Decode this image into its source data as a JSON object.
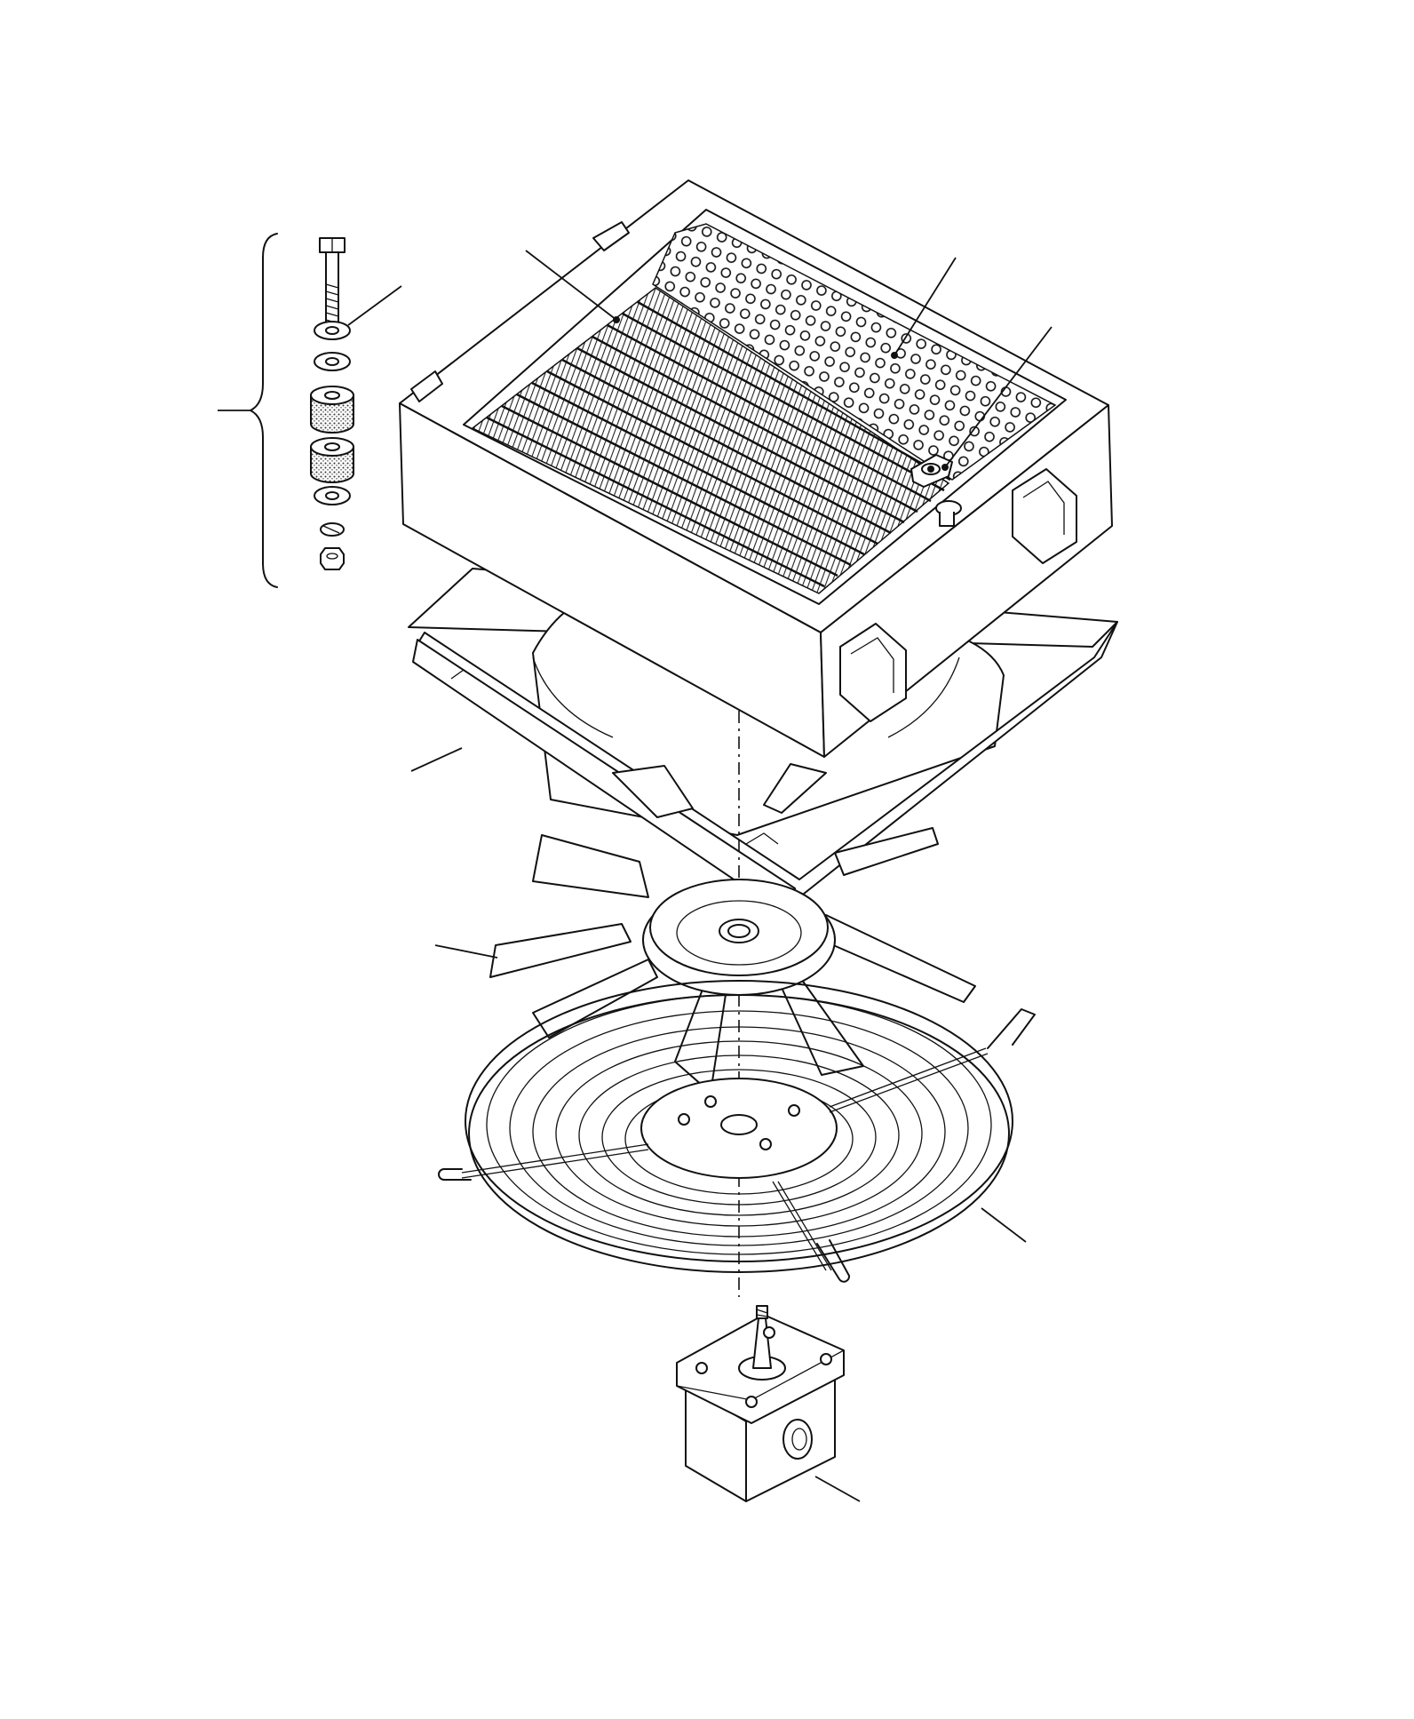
{
  "figure": {
    "kind": "exploded-parts-view",
    "colors": {
      "line": "#111111",
      "background": "#ffffff"
    }
  },
  "parts": [
    {
      "id": "mounting-hardware-stack"
    },
    {
      "id": "flat-washer"
    },
    {
      "id": "oil-cooler-core"
    },
    {
      "id": "perforated-grille"
    },
    {
      "id": "filler-cap"
    },
    {
      "id": "fan-shroud"
    },
    {
      "id": "fan-blade"
    },
    {
      "id": "fan-guard"
    },
    {
      "id": "hydraulic-motor"
    }
  ]
}
